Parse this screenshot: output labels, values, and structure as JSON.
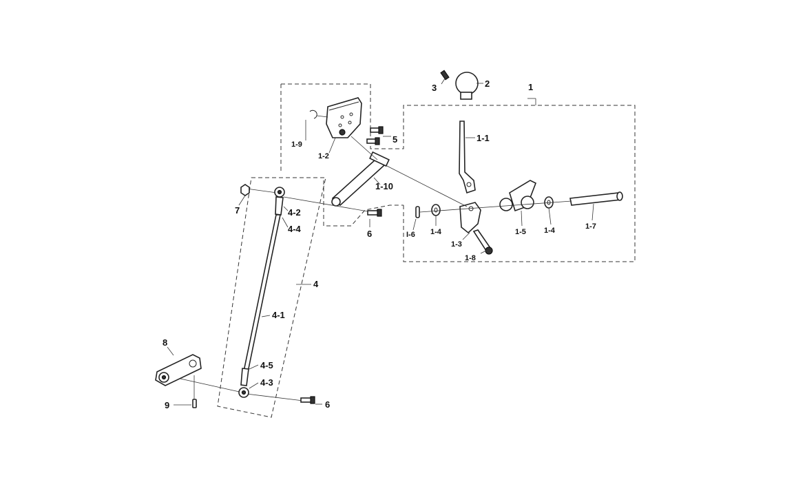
{
  "callouts": {
    "c1": "1",
    "c1_1": "1-1",
    "c1_2": "1-2",
    "c1_3": "1-3",
    "c1_4a": "1-4",
    "c1_4b": "1-4",
    "c1_5": "1-5",
    "c1_6": "I-6",
    "c1_7": "1-7",
    "c1_8": "1-8",
    "c1_9": "1-9",
    "c1_10": "1-10",
    "c2": "2",
    "c3": "3",
    "c4": "4",
    "c4_1": "4-1",
    "c4_2": "4-2",
    "c4_3": "4-3",
    "c4_4": "4-4",
    "c4_5": "4-5",
    "c5": "5",
    "c6a": "6",
    "c6b": "6",
    "c7": "7",
    "c8": "8",
    "c9": "9"
  }
}
